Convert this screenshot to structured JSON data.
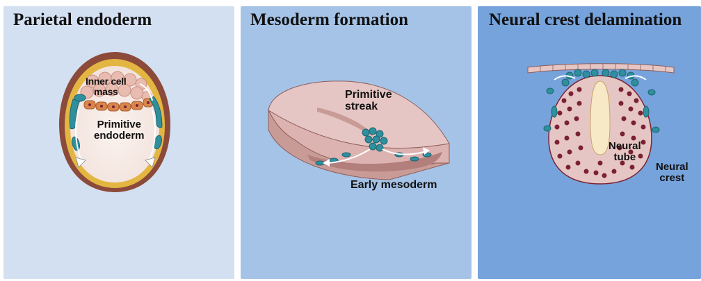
{
  "panels": [
    {
      "title": "Parietal endoderm",
      "labels": {
        "icm_1": "Inner cell",
        "icm_2": "mass",
        "pe_1": "Primitive",
        "pe_2": "endoderm"
      }
    },
    {
      "title": "Mesoderm formation",
      "labels": {
        "ps_1": "Primitive",
        "ps_2": "streak",
        "em": "Early mesoderm"
      }
    },
    {
      "title": "Neural crest delamination",
      "labels": {
        "nt_1": "Neural",
        "nt_2": "tube",
        "nc_1": "Neural",
        "nc_2": "crest"
      }
    }
  ],
  "colors": {
    "panel_1_bg": "#d3e0f2",
    "panel_2_bg": "#a5c3e7",
    "panel_3_bg": "#76a3dc",
    "migrating_cell": "#2f8f9d",
    "tissue_pink": "#e6c6c4",
    "cell_nucleus": "#7a2233",
    "yolk_rim": "#e3b642",
    "icm_cells": "#e8bcb0",
    "endoderm_orange": "#d9864d"
  },
  "icons": [
    "embryo-cross-section-icon",
    "embryo-disc-icon",
    "neural-tube-icon"
  ]
}
